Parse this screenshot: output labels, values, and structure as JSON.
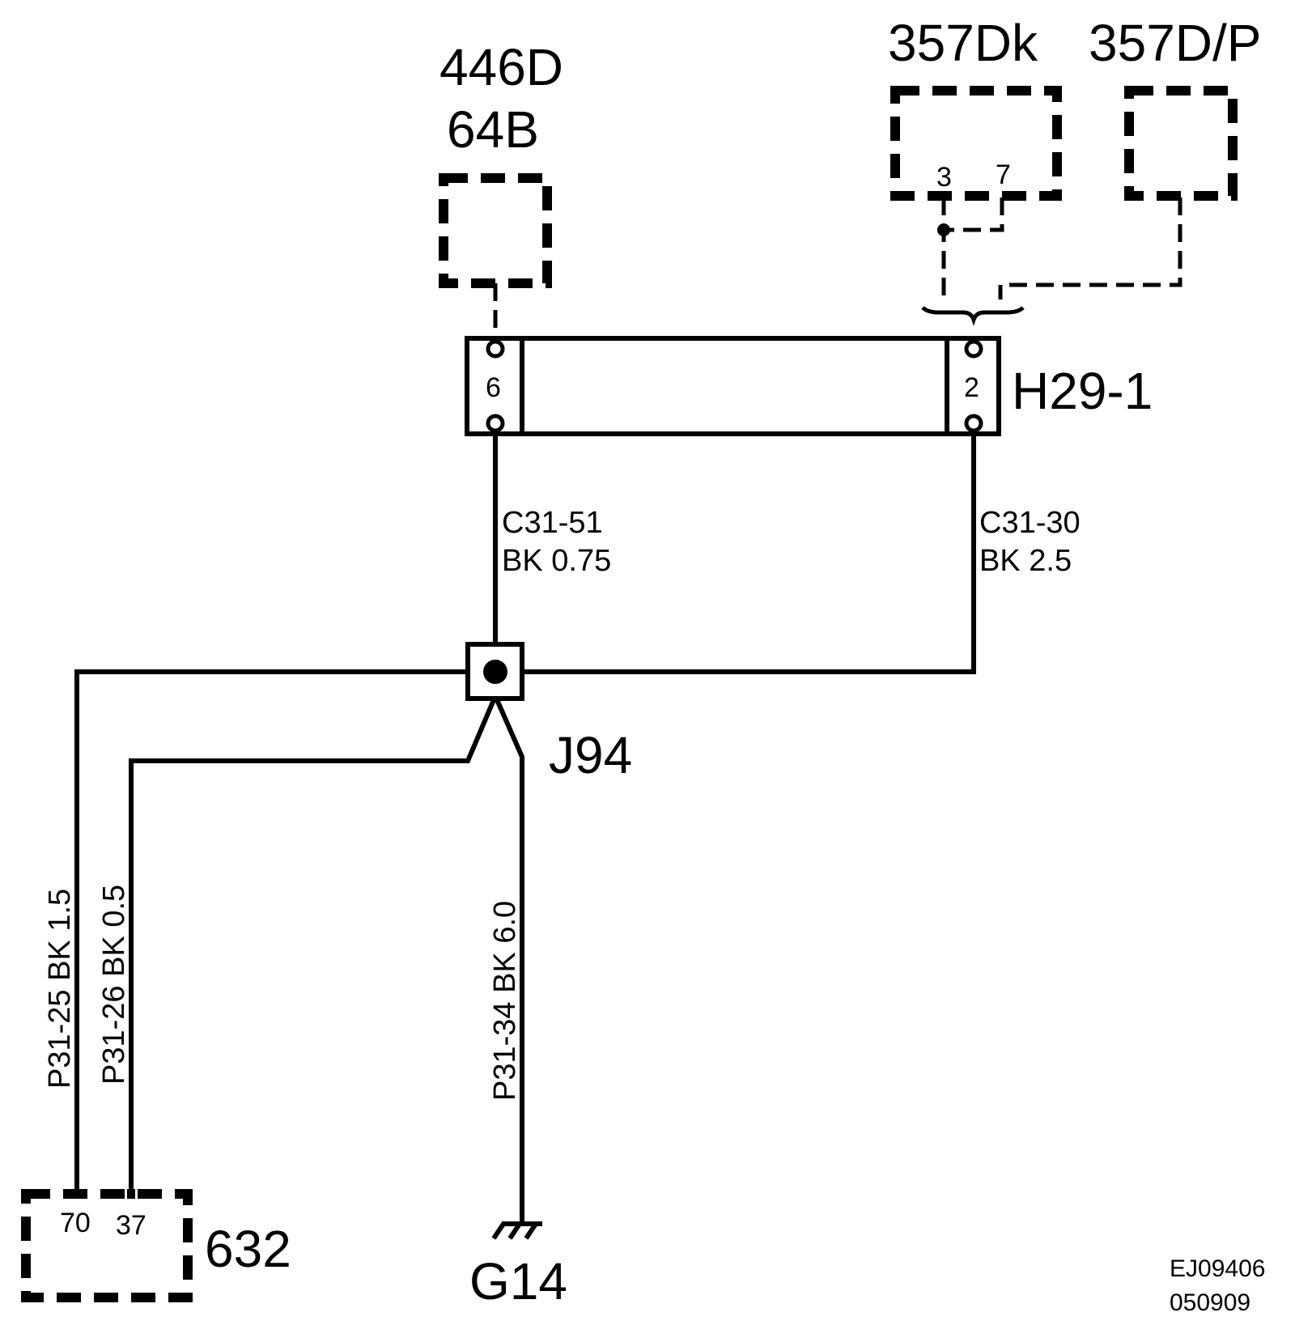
{
  "components": {
    "c446": {
      "line1": "446D",
      "line2": "64B"
    },
    "c357dk": {
      "name": "357Dk",
      "pin_a": "3",
      "pin_b": "7"
    },
    "c357dp": {
      "name": "357D/P"
    },
    "h29": {
      "name": "H29-1",
      "pin_left": "6",
      "pin_right": "2"
    },
    "j94": {
      "name": "J94"
    },
    "c632": {
      "name": "632",
      "pin_a": "70",
      "pin_b": "37"
    },
    "g14": {
      "name": "G14"
    }
  },
  "wires": {
    "c3151": {
      "id": "C31-51",
      "spec": "BK 0.75"
    },
    "c3130": {
      "id": "C31-30",
      "spec": "BK 2.5"
    },
    "p3125": {
      "label": "P31-25 BK 1.5"
    },
    "p3126": {
      "label": "P31-26 BK 0.5"
    },
    "p3134": {
      "label": "P31-34 BK 6.0"
    }
  },
  "footer": {
    "code": "EJ09406",
    "date": "050909"
  }
}
